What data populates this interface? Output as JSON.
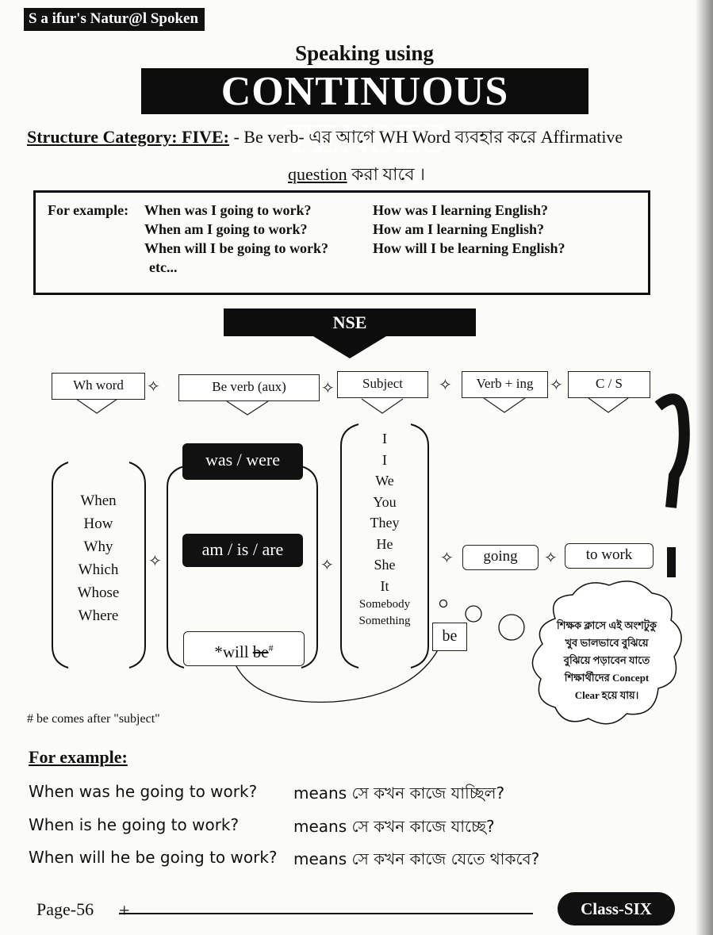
{
  "brand": "S a ifur's Natur@l Spoken",
  "subtitle": "Speaking using",
  "title": "CONTINUOUS TENSES",
  "structure": {
    "label": "Structure Category: FIVE:",
    "text": "- Be verb- এর আগে WH Word ব্যবহার করে Affirmative",
    "line2_u": "question",
    "line2_rest": " করা যাবে ।"
  },
  "example_box": {
    "label": "For example:",
    "left": [
      "When was I going to work?",
      "When am I going to work?",
      "When will I be going to work?",
      "etc..."
    ],
    "right": [
      "How was I learning English?",
      "How am I learning English?",
      "How will I be learning English?"
    ]
  },
  "nse": "NSE",
  "headers": [
    "Wh word",
    "Be verb (aux)",
    "Subject",
    "Verb + ing",
    "C / S"
  ],
  "wh_words": [
    "When",
    "How",
    "Why",
    "Which",
    "Whose",
    "Where"
  ],
  "be_verbs": {
    "past": "was / were",
    "present": "am / is / are",
    "future_pre": "*will ",
    "future_strike": "be",
    "future_mark": "#"
  },
  "subjects": [
    "I",
    "I",
    "We",
    "You",
    "They",
    "He",
    "She",
    "It",
    "Somebody",
    "Something"
  ],
  "verb_ing": "going",
  "complement": "to work",
  "be_box": "be",
  "bubble": [
    "শিক্ষক ক্লাসে এই অংশটুকু",
    "খুব ভালভাবে বুঝিয়ে",
    "বুঝিয়ে পড়াবেন যাতে",
    "শিক্ষার্থীদের Concept",
    "Clear হয়ে যায়।"
  ],
  "note": "# be comes after \"subject\"",
  "for_example": "For example:",
  "examples": [
    {
      "en": "When was he going to work?",
      "bn": "means সে কখন কাজে যাচ্ছিল?"
    },
    {
      "en": "When is he going to work?",
      "bn": "means সে কখন কাজে যাচ্ছে?"
    },
    {
      "en": "When will he be going to work?",
      "bn": "means সে কখন কাজে যেতে থাকবে?"
    }
  ],
  "page": "Page-56",
  "class_label": "Class-SIX"
}
